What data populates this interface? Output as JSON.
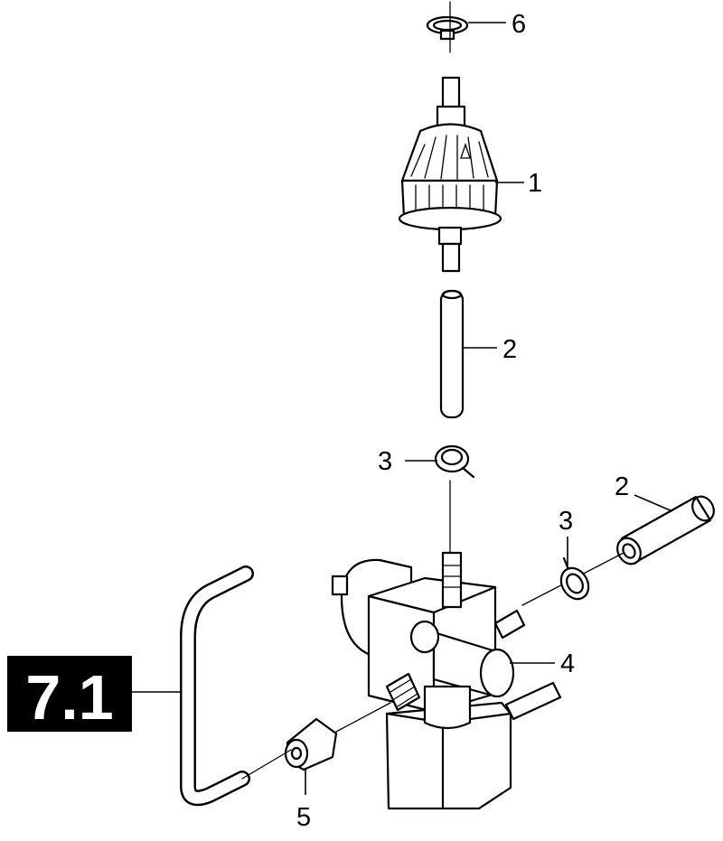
{
  "section_badge": {
    "text": "7.1"
  },
  "callouts": {
    "filter": "1",
    "hose_upper": "2",
    "hose_right": "2",
    "clamp_upper": "3",
    "clamp_right": "3",
    "valve_block": "4",
    "nut": "5",
    "clamp_top": "6"
  },
  "colors": {
    "ink": "#000000",
    "paper": "#ffffff"
  }
}
